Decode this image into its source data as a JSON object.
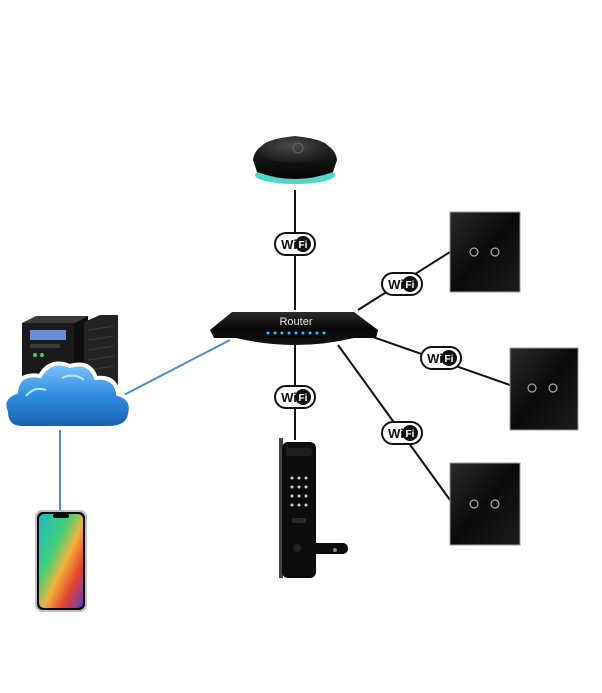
{
  "router": {
    "label": "Router"
  },
  "wifi_badge": {
    "left": "Wi",
    "right": "Fi"
  },
  "colors": {
    "link_blue": "#4a8fc9",
    "link_black": "#111111",
    "cloud_blue": "#2d8ce0",
    "hub_glow": "#2fd0c0",
    "device_black": "#0c0c0c"
  },
  "icons": [
    "hub-icon",
    "router-icon",
    "server-icon",
    "cloud-icon",
    "smartphone-icon",
    "smart-lock-icon",
    "touch-switch-icon",
    "wifi-badge-icon"
  ]
}
